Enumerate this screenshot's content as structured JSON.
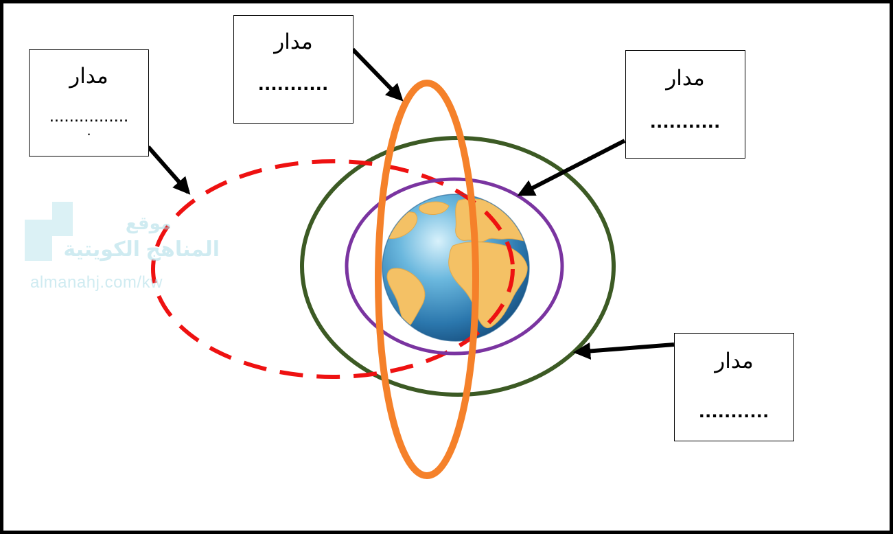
{
  "labels": [
    {
      "word": "مدار",
      "blank": "................",
      "tail": "."
    },
    {
      "word": "مدار",
      "blank": "..........."
    },
    {
      "word": "مدار",
      "blank": "..........."
    },
    {
      "word": "مدار",
      "blank": "..........."
    }
  ],
  "watermark": {
    "line1": "موقع",
    "line2": "المناهج الكويتية",
    "url": "almanahj.com/kw"
  },
  "colors": {
    "dashed_orbit": "#ee1111",
    "vertical_orbit": "#f5812a",
    "outer_circle": "#3c5a24",
    "inner_circle": "#7a34a0",
    "ocean": "#2f7fb4",
    "land": "#f4c165"
  }
}
